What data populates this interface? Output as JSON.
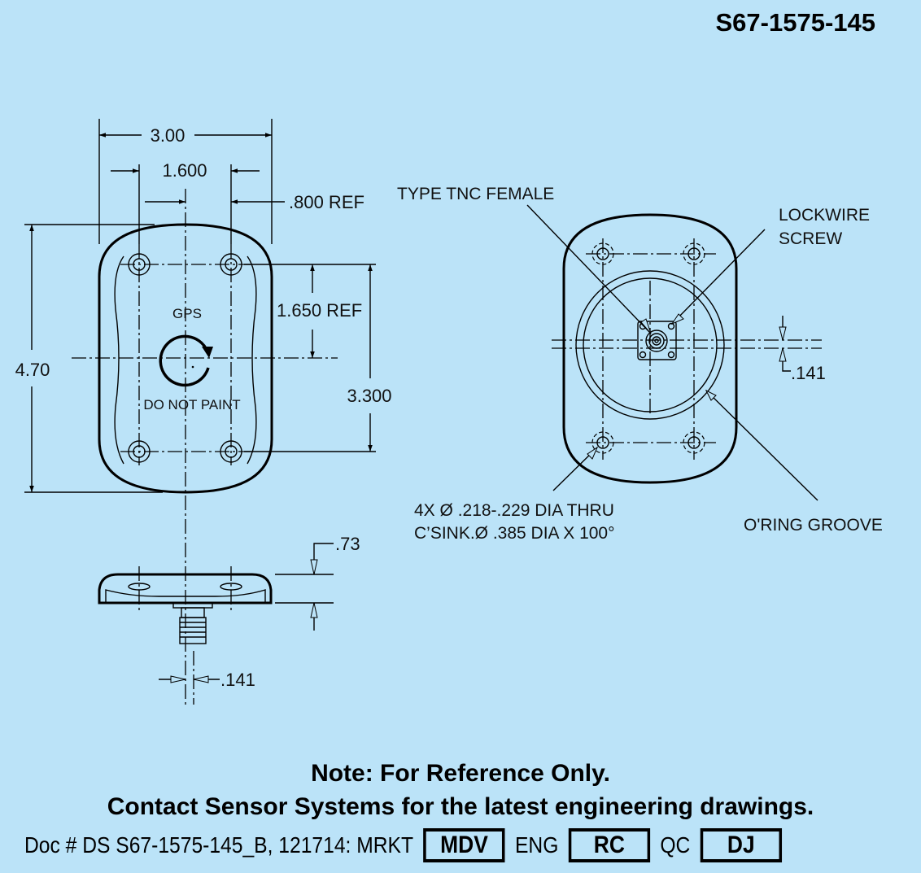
{
  "title": "S67-1575-145",
  "top_view": {
    "dims": {
      "overall_width": "3.00",
      "hole_spacing_x": "1.600",
      "half_spacing_ref": ".800 REF",
      "overall_length": "4.70",
      "half_length_ref": "1.650 REF",
      "hole_spacing_y": "3.300"
    },
    "markings": {
      "gps": "GPS",
      "do_not_paint": "DO NOT PAINT"
    }
  },
  "side_view": {
    "dims": {
      "height": ".73",
      "connector_offset": ".141"
    }
  },
  "bottom_view": {
    "callouts": {
      "connector": "TYPE TNC FEMALE",
      "lockwire_line1": "LOCKWIRE",
      "lockwire_line2": "SCREW",
      "holes_line1": "4X Ø .218-.229 DIA THRU",
      "holes_line2": "C’SINK.Ø .385 DIA X 100°",
      "oring": "O'RING GROOVE",
      "offset": ".141"
    }
  },
  "footer": {
    "note_line1": "Note: For Reference Only.",
    "note_line2": "Contact Sensor Systems for the latest engineering drawings.",
    "doc_number": "Doc # DS S67-1575-145_B, 121714: MRKT",
    "mrkt_initials": "MDV",
    "eng_label": "ENG",
    "eng_initials": "RC",
    "qc_label": "QC",
    "qc_initials": "DJ"
  },
  "colors": {
    "background": "#bbe3f8",
    "ink": "#000000"
  }
}
